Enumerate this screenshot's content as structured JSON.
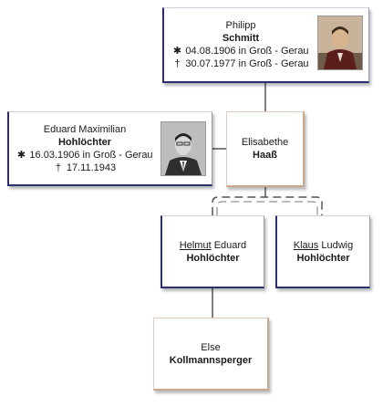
{
  "persons": {
    "philipp": {
      "given": "Philipp",
      "surname": "Schmitt",
      "birth_symbol": "✱",
      "birth": "04.08.1906 in Groß - Gerau",
      "death_symbol": "†",
      "death": "30.07.1977 in Groß - Gerau",
      "sex": "male",
      "has_photo": true
    },
    "eduard": {
      "given": "Eduard Maximilian",
      "surname": "Hohlöchter",
      "birth_symbol": "✱",
      "birth": "16.03.1906 in Groß - Gerau",
      "death_symbol": "†",
      "death": "17.11.1943",
      "sex": "male",
      "has_photo": true
    },
    "elisabethe": {
      "given": "Elisabethe",
      "surname": "Haaß",
      "sex": "female"
    },
    "helmut": {
      "rufname": "Helmut",
      "given_rest": "Eduard",
      "surname": "Hohlöchter",
      "sex": "male"
    },
    "klaus": {
      "rufname": "Klaus",
      "given_rest": "Ludwig",
      "surname": "Hohlöchter",
      "sex": "male"
    },
    "else": {
      "given": "Else",
      "surname": "Kollmannsperger",
      "sex": "female"
    }
  }
}
